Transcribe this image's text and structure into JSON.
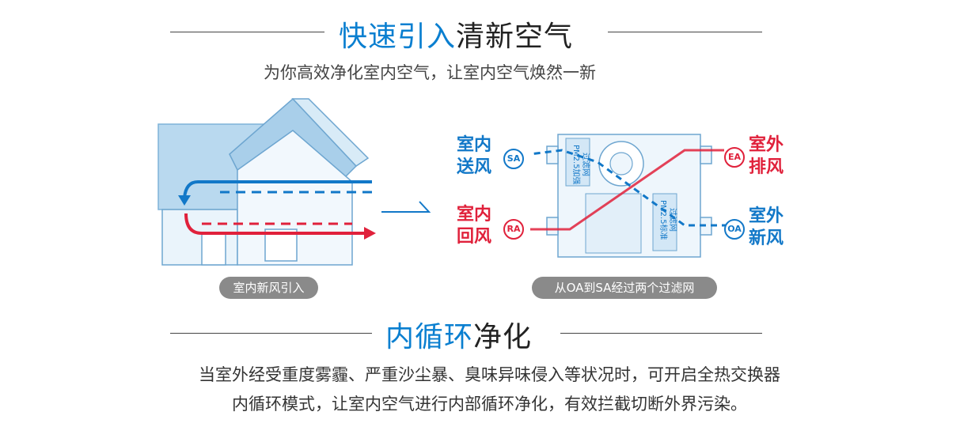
{
  "section1": {
    "title_blue": "快速引入",
    "title_black": "清新空气",
    "subtitle": "为你高效净化室内空气，让室内空气焕然一新"
  },
  "left_caption": "室内新风引入",
  "right_caption": "从OA到SA经过两个过滤网",
  "device": {
    "filter1_line1": "PM2.5加强",
    "filter1_line2": "过滤网",
    "filter2_line1": "PM2.5标准",
    "filter2_line2": "过滤网"
  },
  "labels": {
    "sa": {
      "line1": "室内",
      "line2": "送风",
      "code": "SA"
    },
    "ra": {
      "line1": "室内",
      "line2": "回风",
      "code": "RA"
    },
    "ea": {
      "line1": "室外",
      "line2": "排风",
      "code": "EA"
    },
    "oa": {
      "line1": "室外",
      "line2": "新风",
      "code": "OA"
    }
  },
  "section2": {
    "title_blue": "内循环",
    "title_black": "净化",
    "para_line1": "当室外经受重度雾霾、严重沙尘暴、臭味异味侵入等状况时，可开启全热交换器",
    "para_line2": "内循环模式，让室内空气进行内部循环净化，有效拦截切断外界污染。"
  },
  "colors": {
    "blue": "#1278c8",
    "red": "#e0213b",
    "heading_blue": "#0a7fd0",
    "pill": "#8a8a8a"
  }
}
